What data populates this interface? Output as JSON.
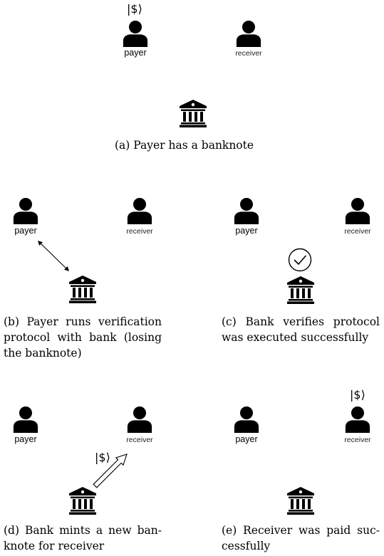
{
  "labels": {
    "payer": "payer",
    "receiver": "receiver",
    "banknote": "|$⟩"
  },
  "panels": [
    {
      "id": "a",
      "caption_lines": [
        "(a) Payer has a banknote"
      ]
    },
    {
      "id": "b",
      "caption_lines": [
        "(b) Payer runs verification",
        "protocol with bank (losing",
        "the banknote)"
      ]
    },
    {
      "id": "c",
      "caption_lines": [
        "(c) Bank verifies protocol",
        "was executed successfully"
      ]
    },
    {
      "id": "d",
      "caption_lines": [
        "(d) Bank mints a new ban-",
        "knote for receiver"
      ]
    },
    {
      "id": "e",
      "caption_lines": [
        "(e) Receiver was paid suc-",
        "cessfully"
      ]
    }
  ],
  "icons": [
    "person-icon",
    "bank-icon",
    "checkmark-circle-icon",
    "double-arrow",
    "hollow-arrow"
  ]
}
